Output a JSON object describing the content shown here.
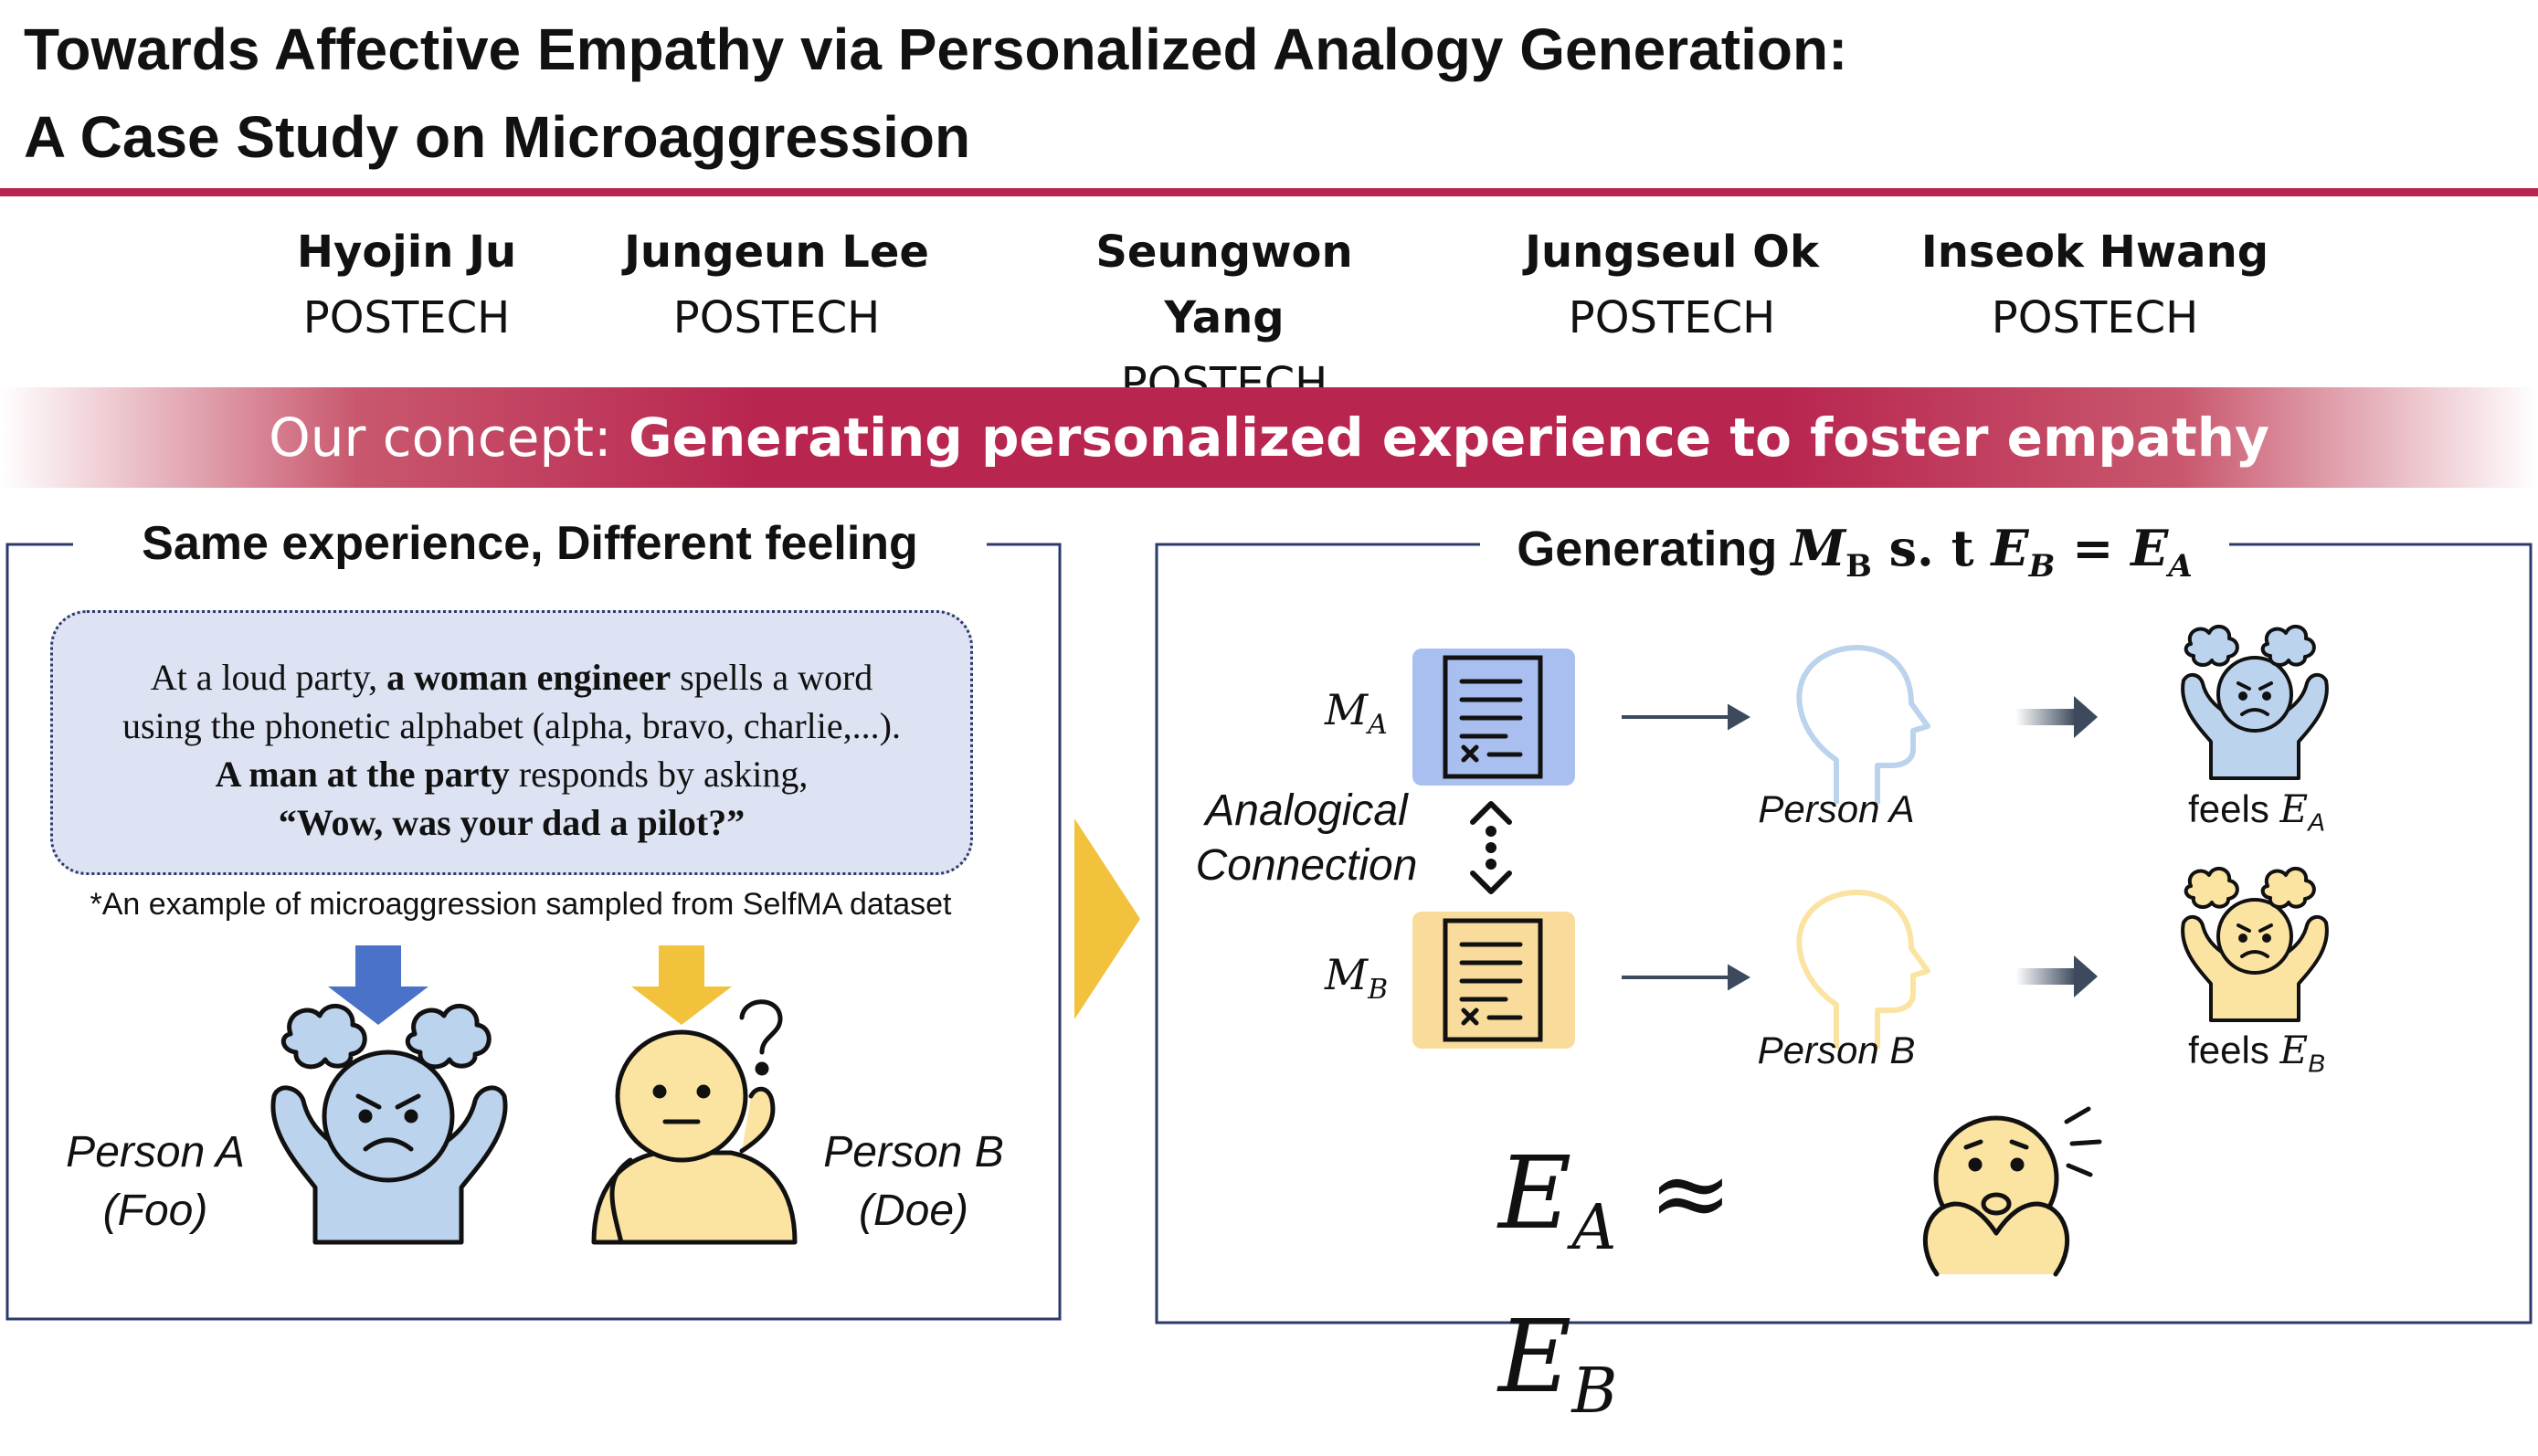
{
  "title_line1": "Towards Affective Empathy via Personalized Analogy Generation:",
  "title_line2": "A Case Study on Microaggression",
  "authors": [
    {
      "name": "Hyojin Ju",
      "affiliation": "POSTECH"
    },
    {
      "name": "Jungeun Lee",
      "affiliation": "POSTECH"
    },
    {
      "name": "Seungwon Yang",
      "affiliation": "POSTECH"
    },
    {
      "name": "Jungseul Ok",
      "affiliation": "POSTECH"
    },
    {
      "name": "Inseok Hwang",
      "affiliation": "POSTECH"
    }
  ],
  "banner": {
    "prefix": "Our concept: ",
    "emphasis": "Generating personalized experience to foster empathy"
  },
  "left_panel": {
    "title": "Same experience, Different feeling",
    "scenario": {
      "p1": "At a loud party, ",
      "b1": "a woman engineer",
      "p2": " spells a word",
      "line2": "using the phonetic alphabet (alpha, bravo, charlie,...).",
      "b3": "A man at the party",
      "p3": " responds by asking,",
      "quote": "“Wow, was your dad a pilot?”"
    },
    "footnote": "*An example of microaggression sampled from SelfMA dataset",
    "person_a_line1": "Person A",
    "person_a_line2": "(Foo)",
    "person_b_line1": "Person B",
    "person_b_line2": "(Doe)"
  },
  "right_panel": {
    "title_prefix": "Generating ",
    "title_m": "M",
    "title_m_sub": "B",
    "title_st": " s. t ",
    "title_e1": "E",
    "title_e1_sub": "B",
    "title_eq": " = ",
    "title_e2": "E",
    "title_e2_sub": "A",
    "ma": "M",
    "ma_sub": "A",
    "mb": "M",
    "mb_sub": "B",
    "analog_line1": "Analogical",
    "analog_line2": "Connection",
    "person_a": "Person A",
    "person_b": "Person B",
    "feels": "feels ",
    "ea": "E",
    "ea_sub": "A",
    "eb": "E",
    "eb_sub": "B",
    "approx_e1": "E",
    "approx_e1_sub": "A",
    "approx_sym": " ≈ ",
    "approx_e2": "E",
    "approx_e2_sub": "B"
  },
  "colors": {
    "accent": "#b8254f",
    "blue_person": "#bcd3ee",
    "yellow_person": "#fbe3a1",
    "doc_blue": "#a9bff0",
    "doc_yellow": "#f9dc9c",
    "arrow_blue": "#4a72c8",
    "arrow_yellow": "#f2c23c",
    "panel_border": "#2b3a6b"
  }
}
